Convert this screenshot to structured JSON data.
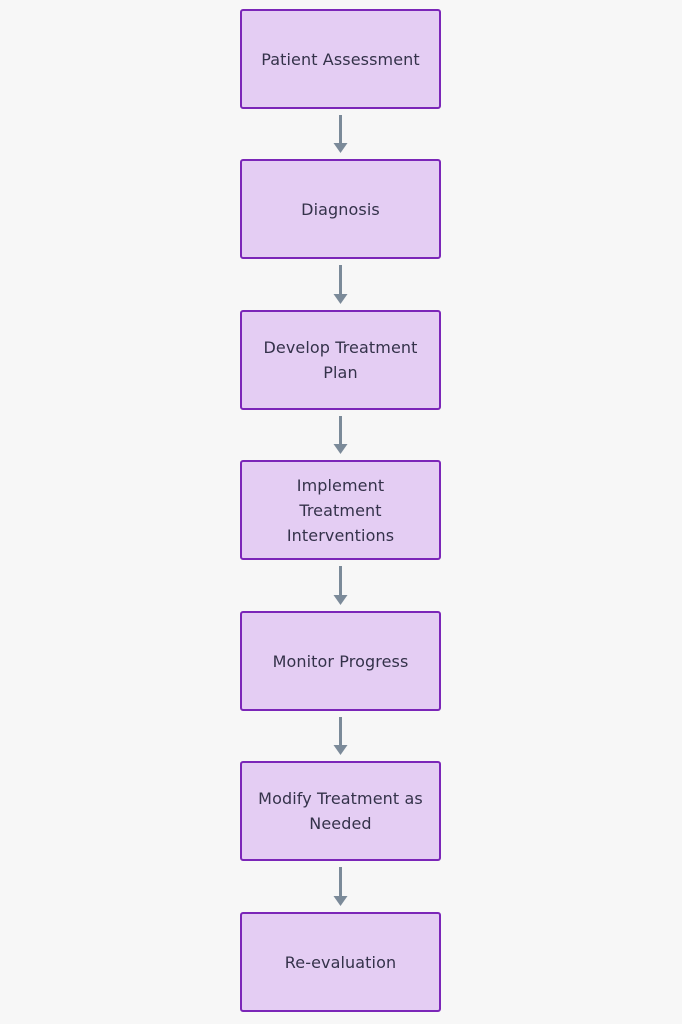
{
  "diagram": {
    "type": "flowchart",
    "direction": "top-to-bottom",
    "colors": {
      "background": "#f7f7f7",
      "node_fill": "#e4cdf3",
      "node_border": "#7b26b8",
      "text": "#34324a",
      "arrow": "#7b8a99"
    },
    "nodes": [
      {
        "id": "n1",
        "label": "Patient Assessment"
      },
      {
        "id": "n2",
        "label": "Diagnosis"
      },
      {
        "id": "n3",
        "label": "Develop Treatment Plan"
      },
      {
        "id": "n4",
        "label": "Implement Treatment Interventions"
      },
      {
        "id": "n5",
        "label": "Monitor Progress"
      },
      {
        "id": "n6",
        "label": "Modify Treatment as Needed"
      },
      {
        "id": "n7",
        "label": "Re-evaluation"
      }
    ],
    "edges": [
      {
        "from": "n1",
        "to": "n2"
      },
      {
        "from": "n2",
        "to": "n3"
      },
      {
        "from": "n3",
        "to": "n4"
      },
      {
        "from": "n4",
        "to": "n5"
      },
      {
        "from": "n5",
        "to": "n6"
      },
      {
        "from": "n6",
        "to": "n7"
      }
    ]
  }
}
